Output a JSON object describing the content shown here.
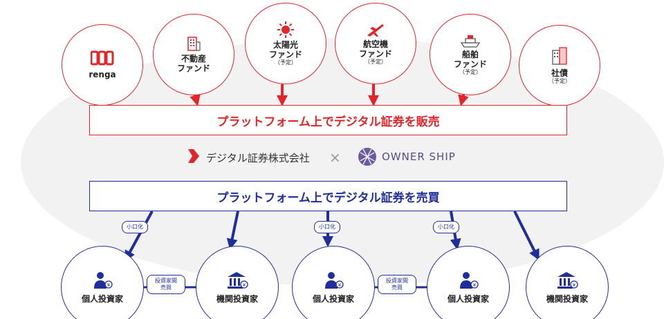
{
  "top_circles": [
    {
      "label": "renga",
      "sub": "",
      "icon": "renga-logo-icon"
    },
    {
      "label": "不動産\nファンド",
      "sub": "",
      "icon": "building-icon"
    },
    {
      "label": "太陽光\nファンド",
      "sub": "（予定）",
      "icon": "sun-icon"
    },
    {
      "label": "航空機\nファンド",
      "sub": "（予定）",
      "icon": "airplane-icon"
    },
    {
      "label": "船舶\nファンド",
      "sub": "（予定）",
      "icon": "ship-icon"
    },
    {
      "label": "社債",
      "sub": "（予定）",
      "icon": "office-building-icon"
    }
  ],
  "sell_bar": "プラットフォーム上でデジタル証券を販売",
  "trade_bar": "プラットフォーム上でデジタル証券を売買",
  "logos": {
    "left": "デジタル証券株式会社",
    "cross": "×",
    "right": "OWNER SHIP"
  },
  "pills": {
    "fractional": "小口化",
    "interinvestor_1": "投資家間",
    "interinvestor_2": "売買"
  },
  "investors": [
    {
      "label": "個人投資家",
      "icon": "individual-investor-icon"
    },
    {
      "label": "機関投資家",
      "icon": "institution-bank-icon"
    },
    {
      "label": "個人投資家",
      "icon": "individual-investor-icon"
    },
    {
      "label": "個人投資家",
      "icon": "individual-investor-icon"
    },
    {
      "label": "機関投資家",
      "icon": "institution-bank-icon"
    }
  ],
  "colors": {
    "red": "#e0262a",
    "blue": "#1f2e9a",
    "purple": "#5b4a8a"
  }
}
